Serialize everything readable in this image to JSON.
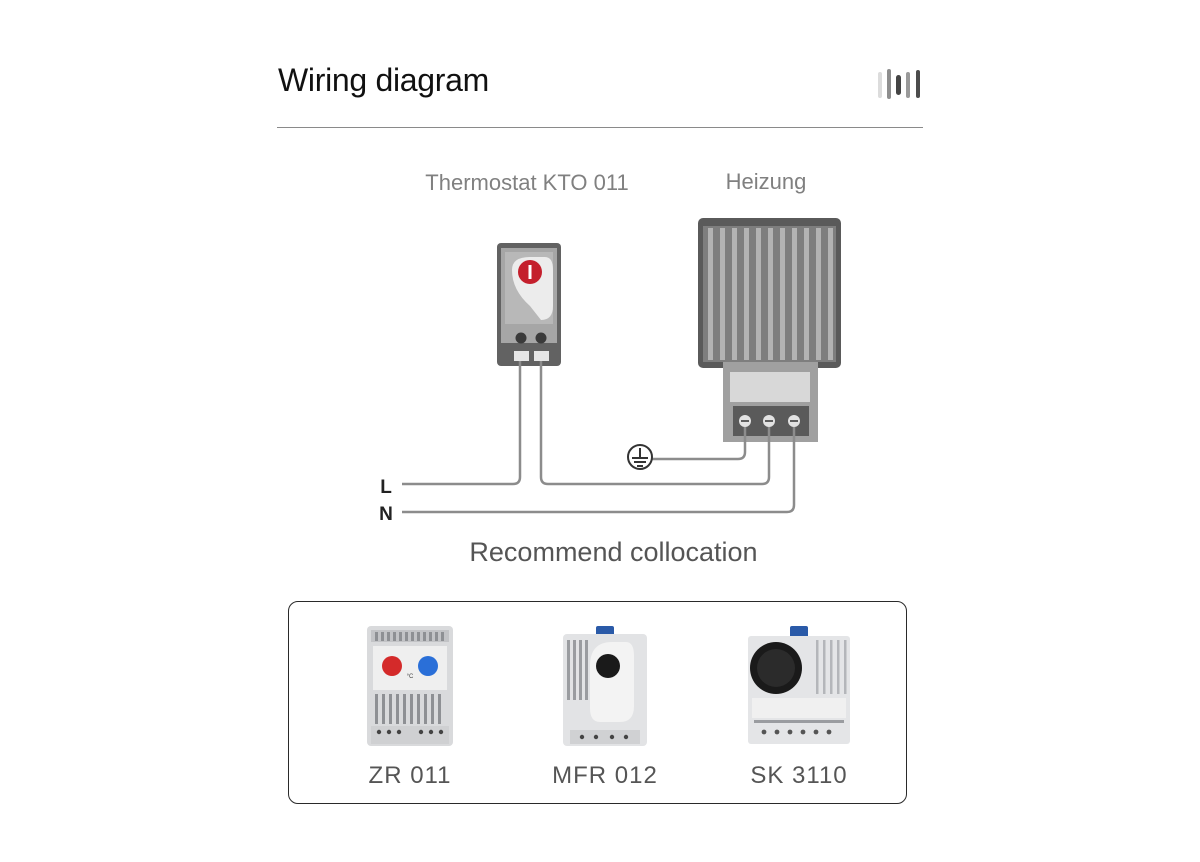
{
  "header": {
    "title": "Wiring diagram"
  },
  "diagram": {
    "thermostat_label": "Thermostat KTO 011",
    "heater_label": "Heizung",
    "line_l_label": "L",
    "line_n_label": "N",
    "ground_symbol": "ground-icon"
  },
  "recommend": {
    "title": "Recommend collocation",
    "products": [
      {
        "name": "ZR 011"
      },
      {
        "name": "MFR 012"
      },
      {
        "name": "SK 3110"
      }
    ]
  },
  "colors": {
    "wire": "#8c8c8c",
    "thermostat_knob": "#c41f2c",
    "knob_blue": "#2a6fd8",
    "dial_black": "#1a1a1a",
    "panel_border": "#2a2a2a"
  }
}
